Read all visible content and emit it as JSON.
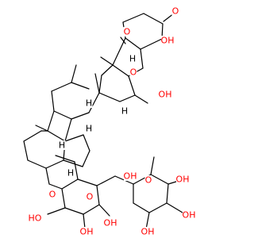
{
  "structure": {
    "colors": {
      "bond": "#000000",
      "oxygen": "#ff0000",
      "hydrogen_stereo": "#000000"
    },
    "labels": {
      "oh": "OH",
      "ho": "HO",
      "o": "O",
      "h": "H"
    }
  }
}
